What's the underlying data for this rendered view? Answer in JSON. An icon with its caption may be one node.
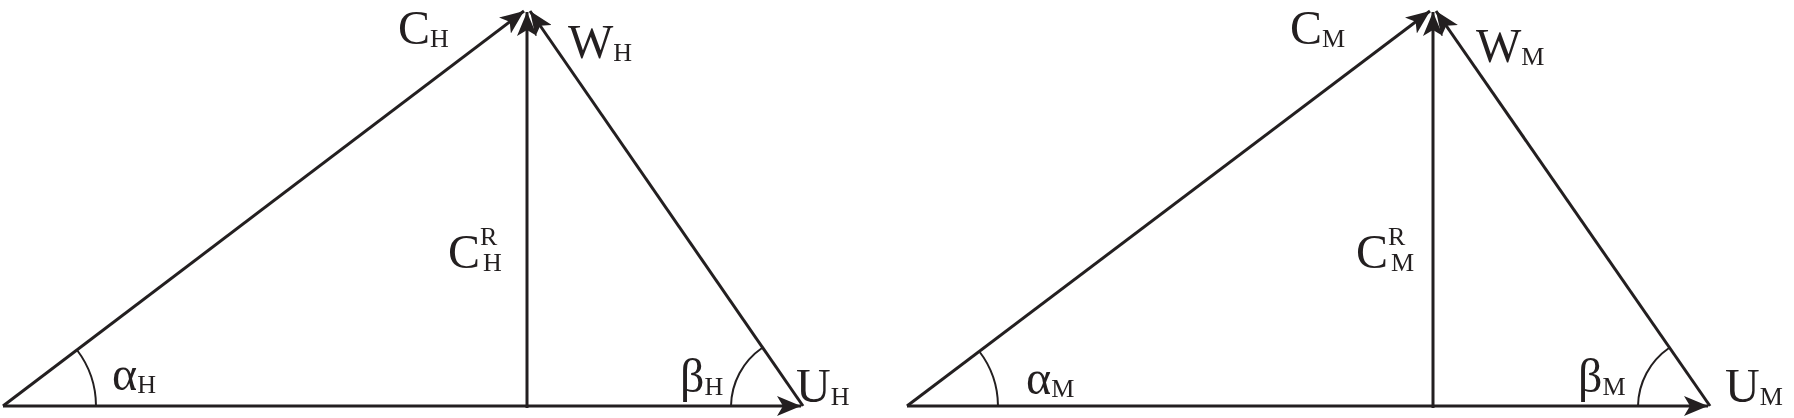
{
  "diagram": {
    "labels": [
      "C$_{H}$",
      "W$_{H}$",
      "C$^{R}$$_{H}$",
      "α$_{H}$",
      "β$_{H}$",
      "U$_{H}$",
      "C$_{M}$",
      "W$_{M}$",
      "C$^{R}$$_{M}$",
      "α$_{M}$",
      "β$_{M}$",
      "U$_{M}$"
    ]
  }
}
